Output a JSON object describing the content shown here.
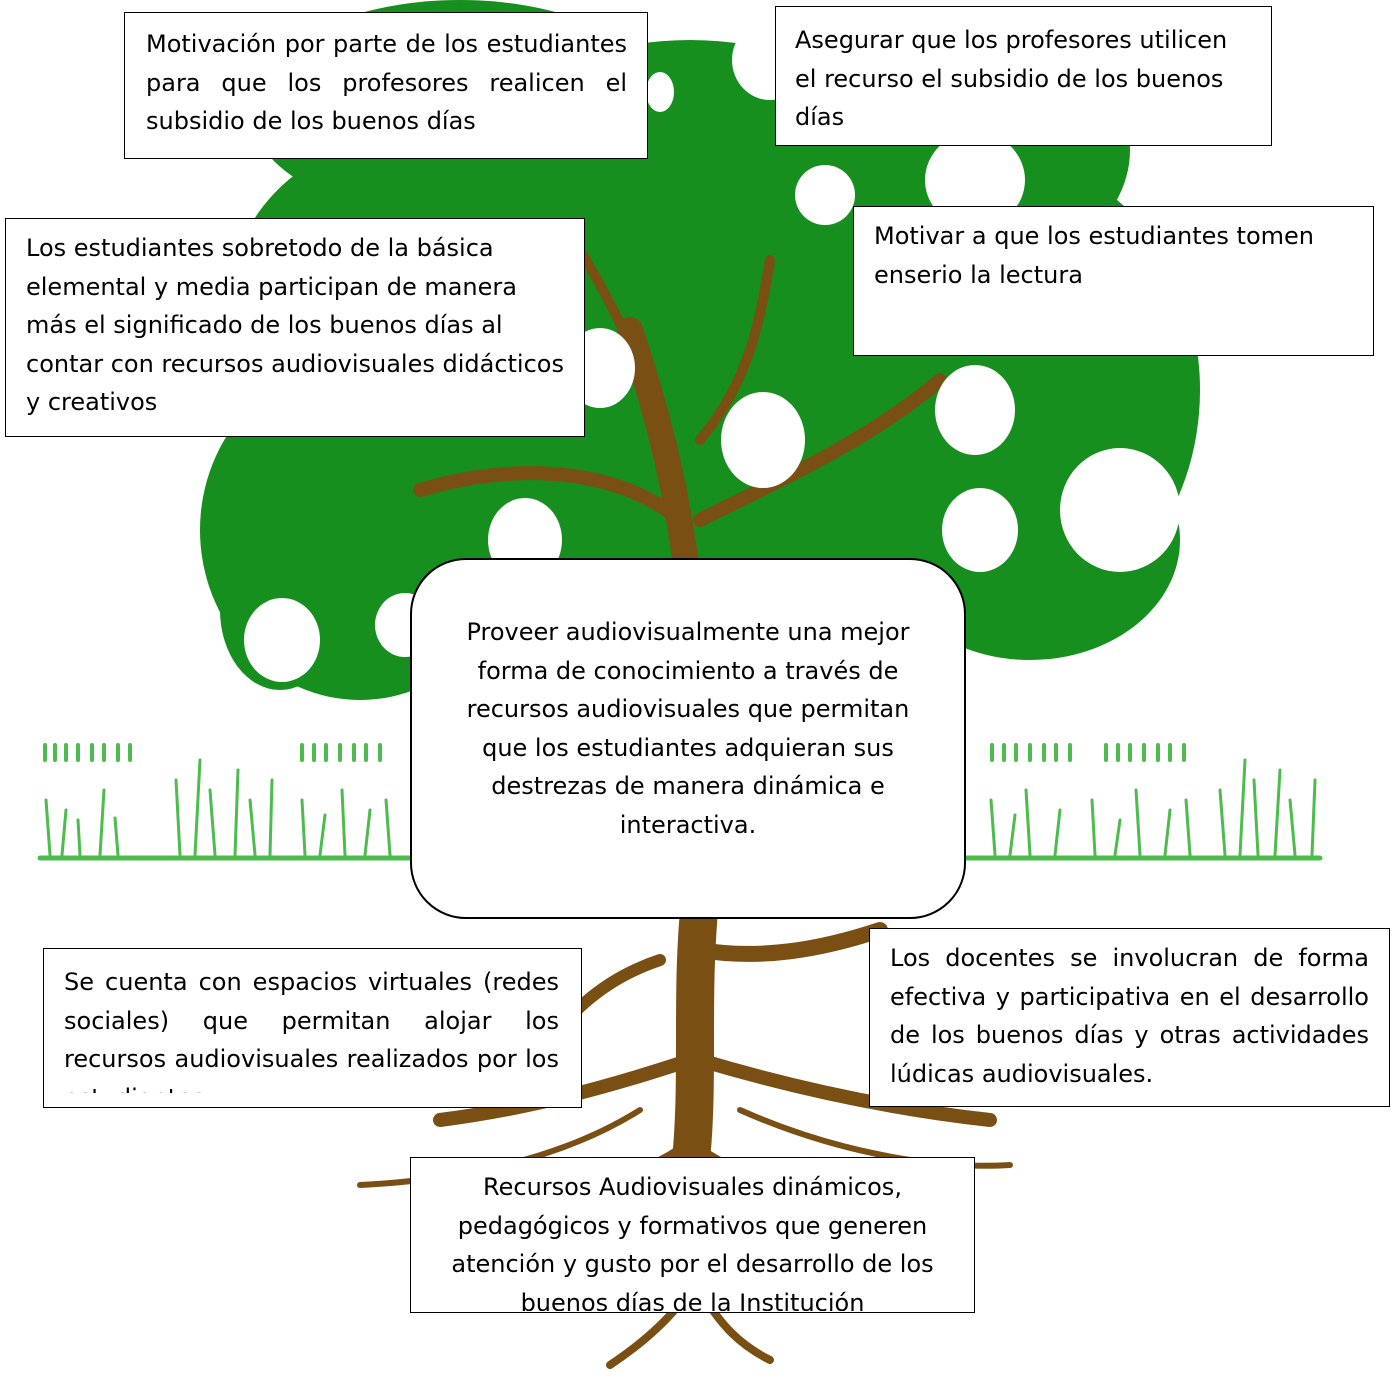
{
  "boxes": {
    "top_left": "Motivación por parte de los estudiantes para que los profesores realicen el subsidio de los buenos días",
    "top_right": "Asegurar que los profesores utilicen el recurso el subsidio de los buenos días",
    "mid_left": "Los estudiantes sobretodo de la básica elemental y media participan de manera más el significado de los buenos días al contar con recursos audiovisuales didácticos y creativos",
    "mid_right": "Motivar a que los estudiantes tomen enserio la lectura",
    "center": "Proveer audiovisualmente una mejor forma de conocimiento a través de recursos audiovisuales que permitan que los estudiantes adquieran sus destrezas de manera dinámica e interactiva.",
    "root_left": "Se cuenta con espacios virtuales (redes sociales) que permitan alojar los recursos audiovisuales realizados por los estudiantes",
    "root_right": "Los docentes se involucran de forma efectiva y participativa en el desarrollo de los buenos días y otras actividades lúdicas audiovisuales.",
    "bottom": "Recursos Audiovisuales dinámicos, pedagógicos y formativos que generen atención y gusto por el desarrollo de los buenos días de la Institución"
  },
  "colors": {
    "foliage": "#168f1e",
    "trunk": "#7a4f14",
    "grass": "#4cbc4c",
    "hole": "#ffffff"
  }
}
